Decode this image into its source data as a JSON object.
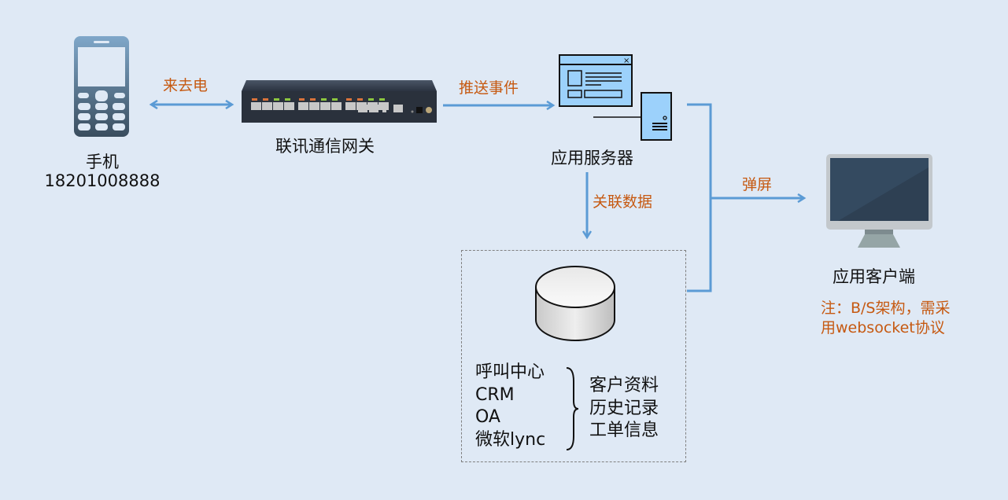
{
  "diagram": {
    "colors": {
      "background": "#dfe9f5",
      "connector": "#5b9bd5",
      "label_accent": "#c65911",
      "text": "#111111"
    },
    "nodes": {
      "phone": {
        "icon": "mobile-phone-icon",
        "label": "手机",
        "number": "18201008888"
      },
      "gateway": {
        "icon": "gateway-device-icon",
        "label": "联讯通信网关"
      },
      "app_server": {
        "icon": "server-window-icon",
        "label": "应用服务器"
      },
      "client": {
        "icon": "monitor-icon",
        "label": "应用客户端",
        "note_line1": "注：B/S架构，需采",
        "note_line2": "用websocket协议"
      },
      "database": {
        "icon": "database-cylinder-icon",
        "sources": [
          "呼叫中心",
          "CRM",
          "OA",
          "微软lync"
        ],
        "data_types": [
          "客户资料",
          "历史记录",
          "工单信息"
        ]
      }
    },
    "edges": {
      "phone_gateway": "来去电",
      "gateway_server": "推送事件",
      "server_database": "关联数据",
      "to_client": "弹屏"
    }
  }
}
